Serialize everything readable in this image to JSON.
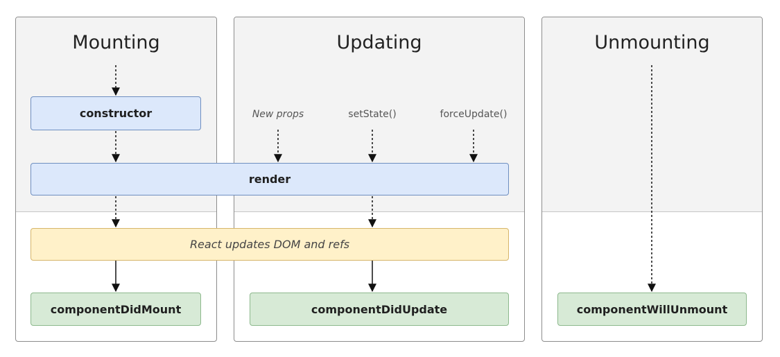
{
  "phases": {
    "mounting": {
      "title": "Mounting"
    },
    "updating": {
      "title": "Updating"
    },
    "unmounting": {
      "title": "Unmounting"
    }
  },
  "triggers": {
    "new_props": "New props",
    "set_state": "setState()",
    "force_update": "forceUpdate()"
  },
  "nodes": {
    "constructor": "constructor",
    "render": "render",
    "dom_update": "React updates DOM and refs",
    "component_did_mount": "componentDidMount",
    "component_did_update": "componentDidUpdate",
    "component_will_unmount": "componentWillUnmount"
  },
  "colors": {
    "render_phase_bg": "#f3f3f3",
    "blue_node": "#dce8fb",
    "yellow_node": "#fff1c9",
    "green_node": "#d7ead6",
    "border": "#8c8c8c"
  }
}
